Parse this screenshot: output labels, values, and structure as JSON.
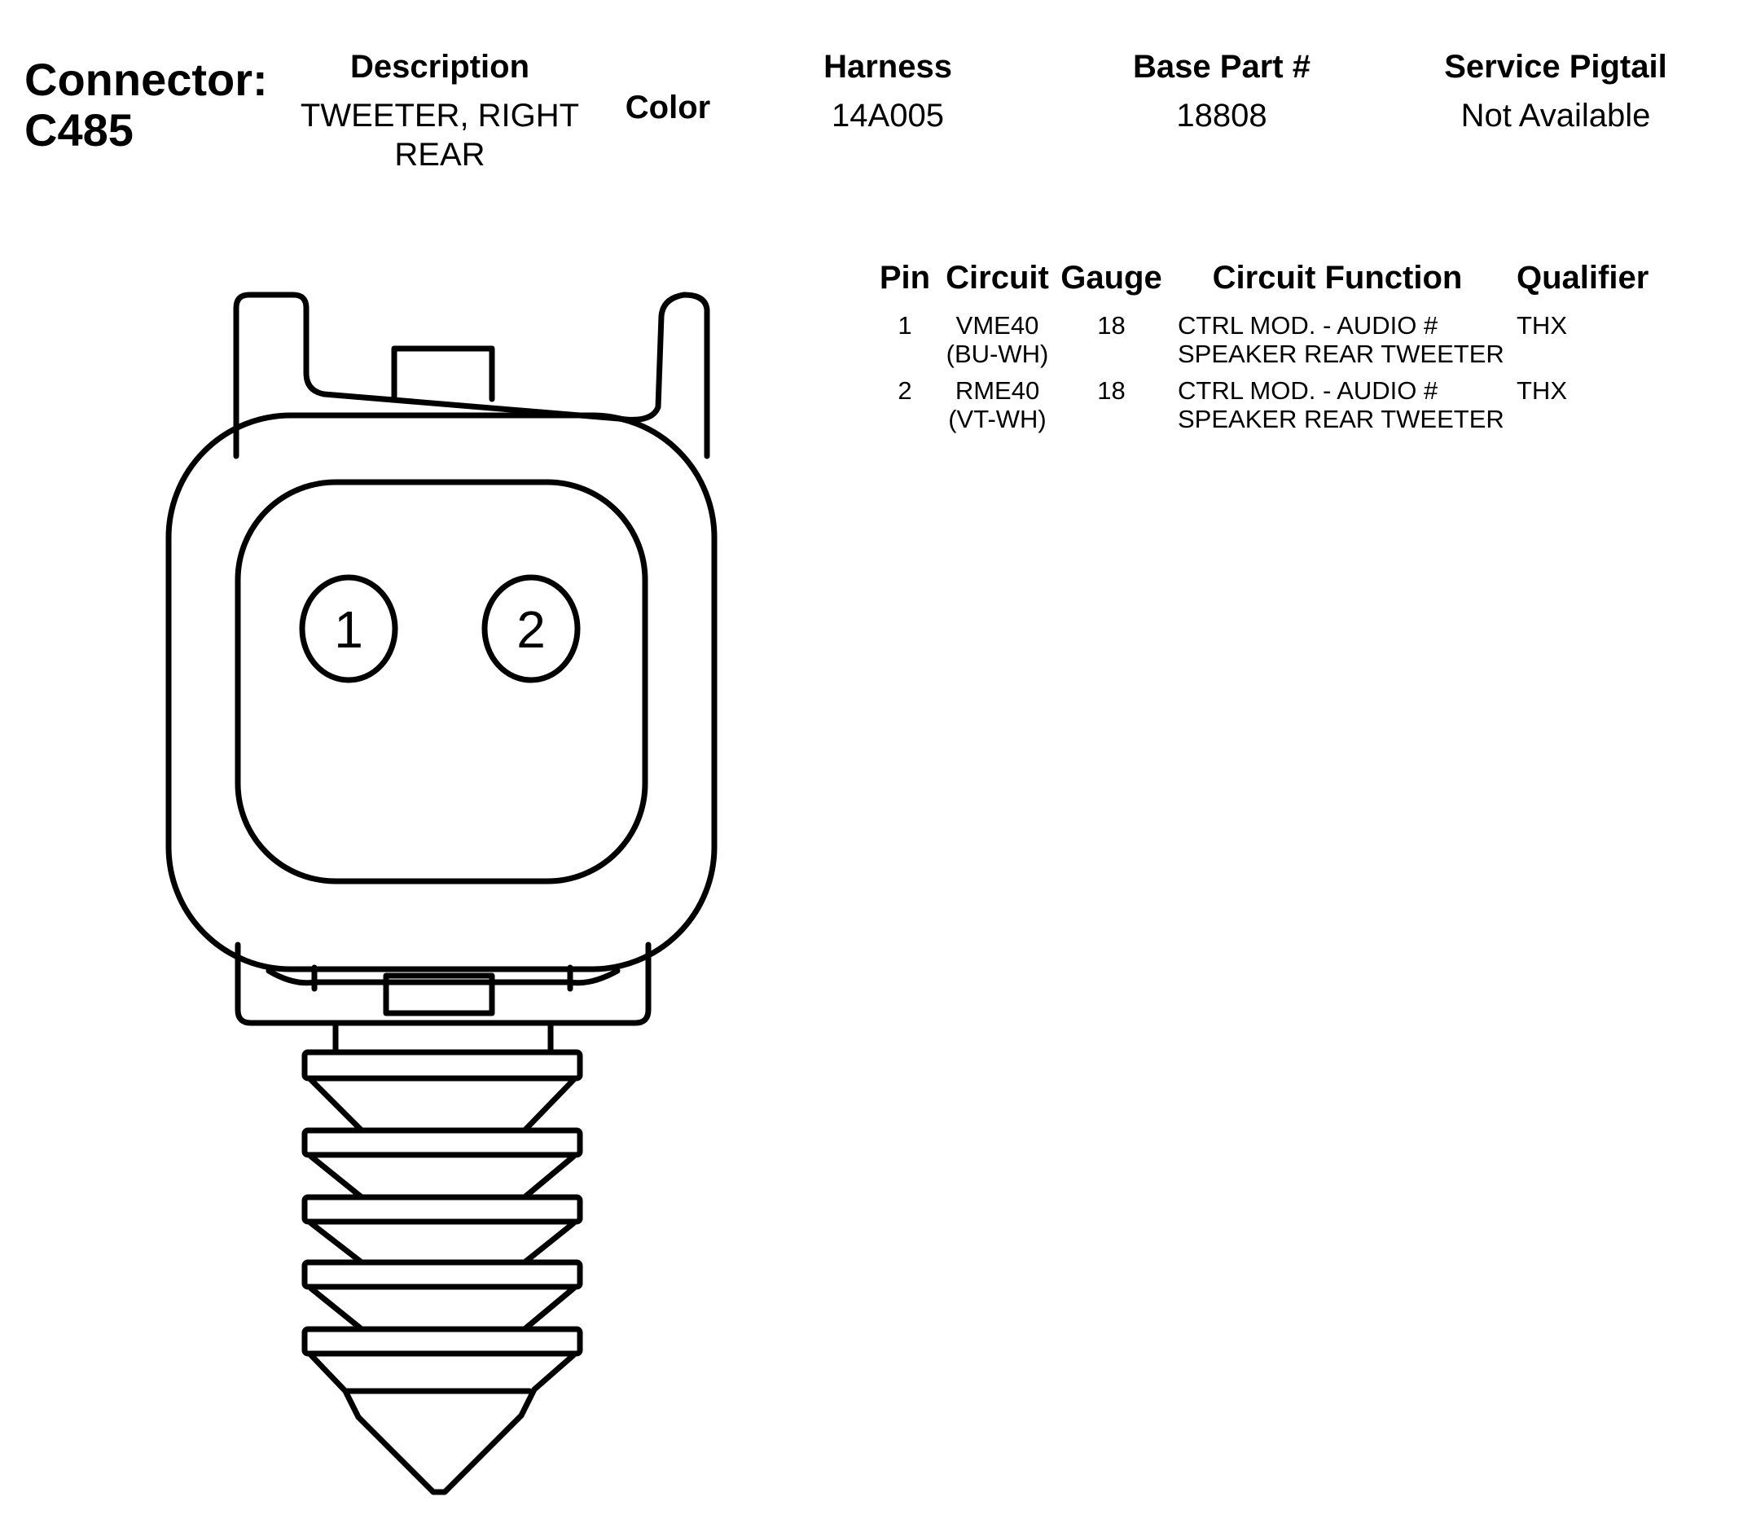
{
  "connector": {
    "label": "Connector:",
    "id": "C485"
  },
  "header": {
    "description_label": "Description",
    "description_value": "TWEETER, RIGHT REAR",
    "color_label": "Color",
    "harness_label": "Harness",
    "harness_value": "14A005",
    "base_part_label": "Base Part #",
    "base_part_value": "18808",
    "service_pigtail_label": "Service Pigtail",
    "service_pigtail_value": "Not Available"
  },
  "pin_table": {
    "columns": {
      "pin": "Pin",
      "circuit": "Circuit",
      "gauge": "Gauge",
      "circuit_function": "Circuit Function",
      "qualifier": "Qualifier"
    },
    "rows": [
      {
        "pin": "1",
        "circuit": "VME40 (BU-WH)",
        "gauge": "18",
        "circuit_function": "CTRL MOD. - AUDIO # SPEAKER REAR TWEETER",
        "qualifier": "THX"
      },
      {
        "pin": "2",
        "circuit": "RME40 (VT-WH)",
        "gauge": "18",
        "circuit_function": "CTRL MOD. - AUDIO # SPEAKER REAR TWEETER",
        "qualifier": "THX"
      }
    ]
  },
  "diagram": {
    "pin_labels": [
      "1",
      "2"
    ],
    "line_color": "#000000",
    "background_color": "#ffffff"
  }
}
